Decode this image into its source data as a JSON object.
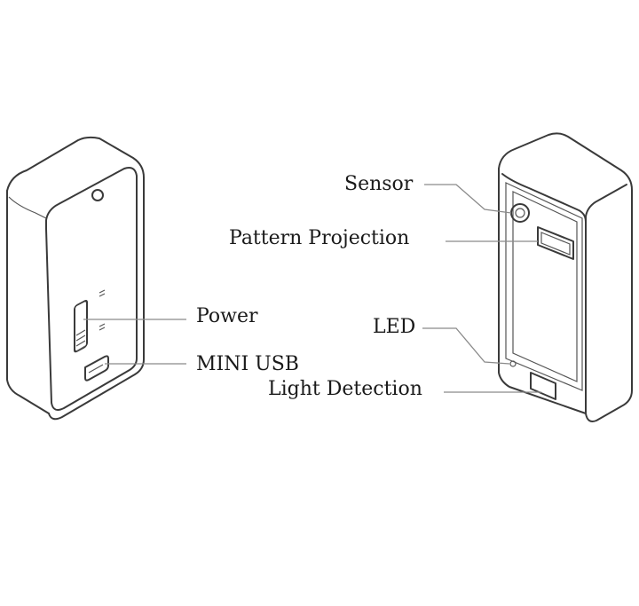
{
  "labels": {
    "sensor": "Sensor",
    "pattern_projection": "Pattern Projection",
    "power": "Power",
    "led": "LED",
    "mini_usb": "MINI USB",
    "light_detection": "Light Detection"
  }
}
